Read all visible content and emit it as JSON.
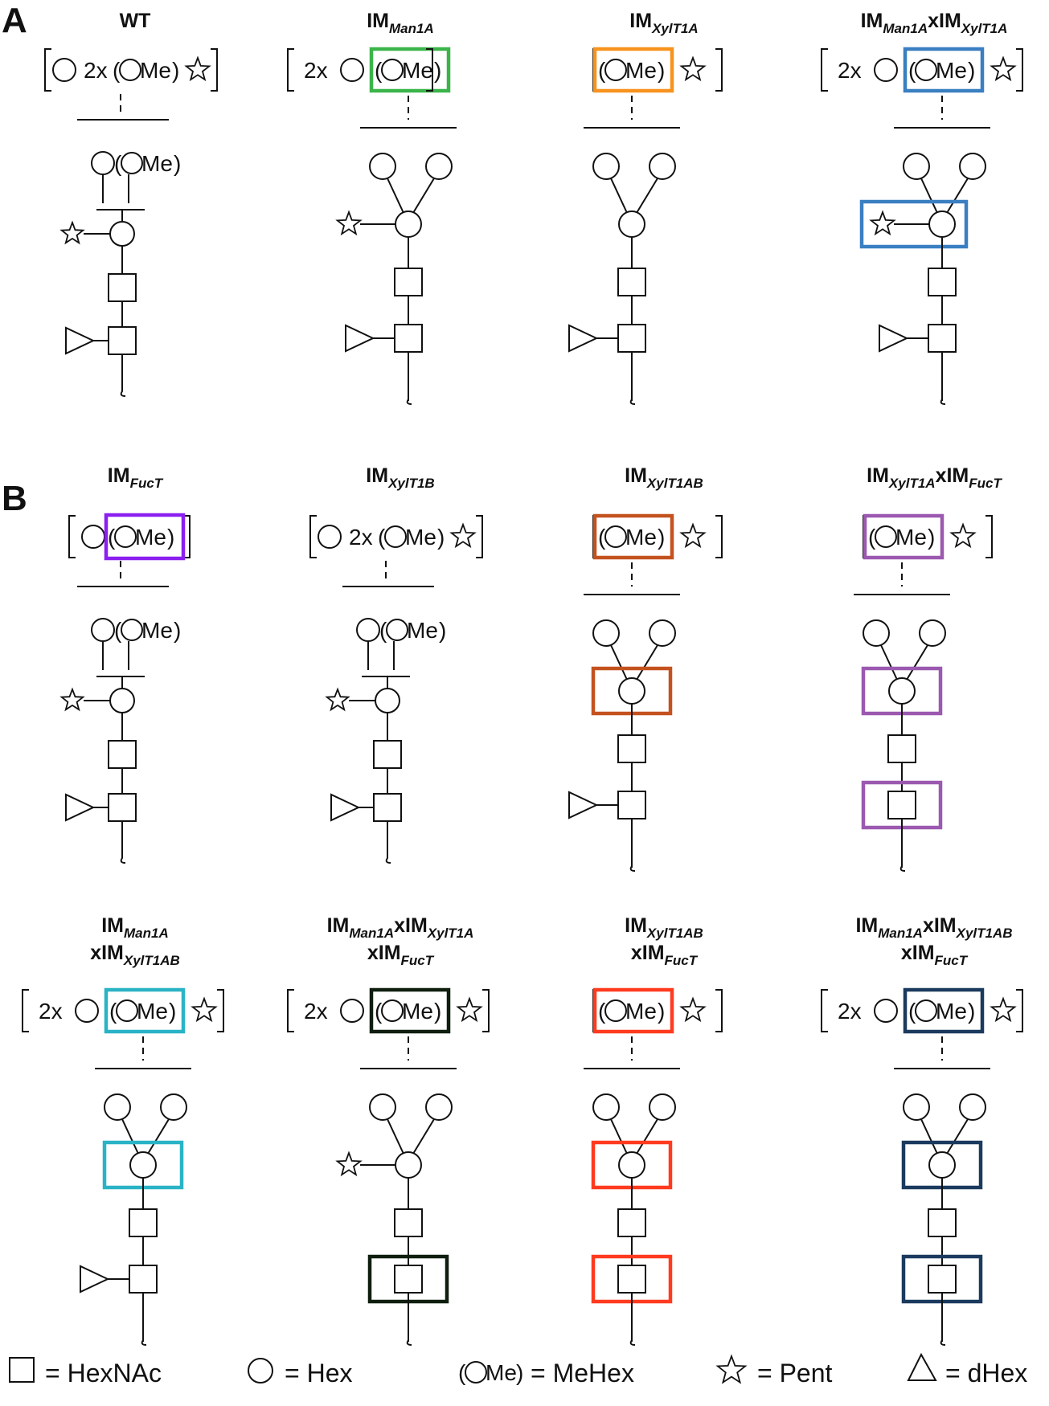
{
  "panels": {
    "a": {
      "letter": "A"
    },
    "b": {
      "letter": "B"
    }
  },
  "structures": [
    {
      "key": "wt",
      "title": [
        {
          "t": "WT"
        }
      ],
      "variant": "wt"
    },
    {
      "key": "man1a",
      "title": [
        {
          "t": "IM"
        },
        {
          "s": "Man1A"
        }
      ],
      "variant": "man1a",
      "boxes": {
        "top": "#3bb44a"
      }
    },
    {
      "key": "xylt1a",
      "title": [
        {
          "t": "IM"
        },
        {
          "s": "XylT1A"
        }
      ],
      "variant": "xylt1a",
      "boxes": {
        "top": "#f7931e"
      }
    },
    {
      "key": "man1a-xylt1a",
      "title": [
        {
          "t": "IM"
        },
        {
          "s": "Man1A"
        },
        {
          "t": "xIM"
        },
        {
          "s": "XylT1A"
        }
      ],
      "variant": "man1a-xylt1a",
      "boxes": {
        "top": "#3a7fc1",
        "core": "#3a7fc1"
      }
    },
    {
      "key": "fuct",
      "title": [
        {
          "t": "IM"
        },
        {
          "s": "FucT"
        }
      ],
      "variant": "fuct",
      "boxes": {
        "top": "#8b1ff0"
      }
    },
    {
      "key": "xylt1b",
      "title": [
        {
          "t": "IM"
        },
        {
          "s": "XylT1B"
        }
      ],
      "variant": "wt"
    },
    {
      "key": "xylt1ab",
      "title": [
        {
          "t": "IM"
        },
        {
          "s": "XylT1AB"
        }
      ],
      "variant": "xylt1ab",
      "boxes": {
        "top": "#c4521f",
        "core": "#c4521f"
      }
    },
    {
      "key": "xylt1a-fuct",
      "title": [
        {
          "t": "IM"
        },
        {
          "s": "XylT1A"
        },
        {
          "t": "xIM"
        },
        {
          "s": "FucT"
        }
      ],
      "variant": "xylt1a-fuct",
      "boxes": {
        "top": "#9b59b0",
        "core": "#9b59b0",
        "base": "#9b59b0"
      }
    },
    {
      "key": "man1a-xylt1ab",
      "title": [
        {
          "t": "IM"
        },
        {
          "s": "Man1A"
        }
      ],
      "title2": [
        {
          "t": "xIM"
        },
        {
          "s": "XylT1AB"
        }
      ],
      "variant": "man1a-xylt1ab",
      "boxes": {
        "top": "#2ab3c6",
        "core": "#2ab3c6"
      }
    },
    {
      "key": "man1a-xylt1a-fuct",
      "title": [
        {
          "t": "IM"
        },
        {
          "s": "Man1A"
        },
        {
          "t": "xIM"
        },
        {
          "s": "XylT1A"
        }
      ],
      "title2": [
        {
          "t": "xIM"
        },
        {
          "s": "FucT"
        }
      ],
      "variant": "man1a-xylt1a-fuct",
      "boxes": {
        "top": "#0f1e0f",
        "base": "#0f1e0f"
      }
    },
    {
      "key": "xylt1ab-fuct",
      "title": [
        {
          "t": "IM"
        },
        {
          "s": "XylT1AB"
        }
      ],
      "title2": [
        {
          "t": "xIM"
        },
        {
          "s": "FucT"
        }
      ],
      "variant": "xylt1ab-fuct",
      "boxes": {
        "top": "#ff3b1f",
        "core": "#ff3b1f",
        "base": "#ff3b1f"
      }
    },
    {
      "key": "man1a-xylt1ab-fuct",
      "title": [
        {
          "t": "IM"
        },
        {
          "s": "Man1A"
        },
        {
          "t": "xIM"
        },
        {
          "s": "XylT1AB"
        }
      ],
      "title2": [
        {
          "t": "xIM"
        },
        {
          "s": "FucT"
        }
      ],
      "variant": "man1a-xylt1ab-fuct",
      "boxes": {
        "top": "#1b3a5e",
        "core": "#1b3a5e",
        "base": "#1b3a5e"
      }
    }
  ],
  "labels": {
    "two_x": "2x",
    "me": "Me"
  },
  "legend": [
    {
      "icon": "square-hexnac-icon",
      "text": "= HexNAc"
    },
    {
      "icon": "circle-hex-icon",
      "text": "= Hex"
    },
    {
      "icon": "methyl-hex-icon",
      "text": "= MeHex"
    },
    {
      "icon": "star-pent-icon",
      "text": "= Pent"
    },
    {
      "icon": "triangle-dhex-icon",
      "text": "= dHex"
    }
  ],
  "colors": {
    "ink": "#111111",
    "man1a": "#3bb44a",
    "xylt1a": "#f7931e",
    "man1a_xylt1a": "#3a7fc1",
    "fuct": "#8b1ff0",
    "xylt1ab": "#c4521f",
    "xylt1a_fuct": "#9b59b0",
    "man1a_xylt1ab": "#2ab3c6",
    "man1a_xylt1a_fuct": "#0f1e0f",
    "xylt1ab_fuct": "#ff3b1f",
    "man1a_xylt1ab_fuct": "#1b3a5e"
  }
}
